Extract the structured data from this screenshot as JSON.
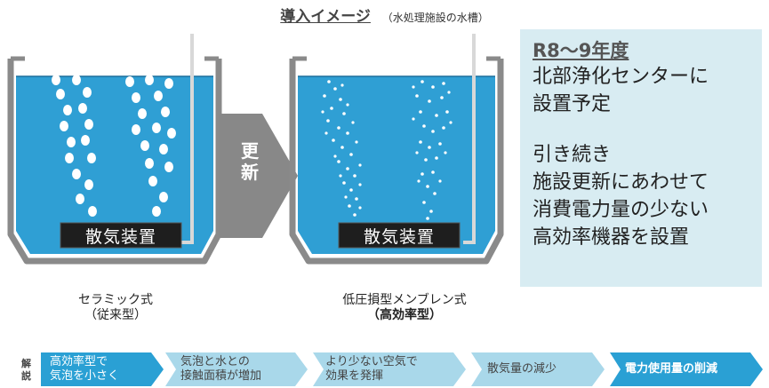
{
  "title": {
    "main": "導入イメージ",
    "sub": "（水処理施設の水槽）"
  },
  "arrow": {
    "line1": "更",
    "line2": "新"
  },
  "tanks": [
    {
      "diffuser_label": "散気装置",
      "caption_line1": "セラミック式",
      "caption_line2": "（従来型）"
    },
    {
      "diffuser_label": "散気装置",
      "caption_line1": "低圧損型メンブレン式",
      "caption_line2": "（高効率型）"
    }
  ],
  "info": {
    "year": "R8～9年度",
    "lines_a": [
      "北部浄化センターに",
      "設置予定"
    ],
    "lines_b": [
      "引き続き",
      "施設更新にあわせて",
      "消費電力量の少ない",
      "高効率機器を設置"
    ]
  },
  "flow": {
    "label_line1": "解",
    "label_line2": "説",
    "steps": [
      {
        "line1": "高効率型で",
        "line2": "気泡を小さく"
      },
      {
        "line1": "気泡と水との",
        "line2": "接触面積が増加"
      },
      {
        "line1": "より少ない空気で",
        "line2": "効果を発揮"
      },
      {
        "line1": "散気量の減少",
        "line2": ""
      },
      {
        "line1": "電力使用量の削減",
        "line2": ""
      }
    ]
  },
  "colors": {
    "water": "#2f9fd4",
    "tank_wall": "#8a8a8a",
    "arrow": "#888888",
    "info_bg": "#d8ecf2",
    "flow_dark": "#2aa0d4",
    "flow_light": "#a9d8ea"
  }
}
